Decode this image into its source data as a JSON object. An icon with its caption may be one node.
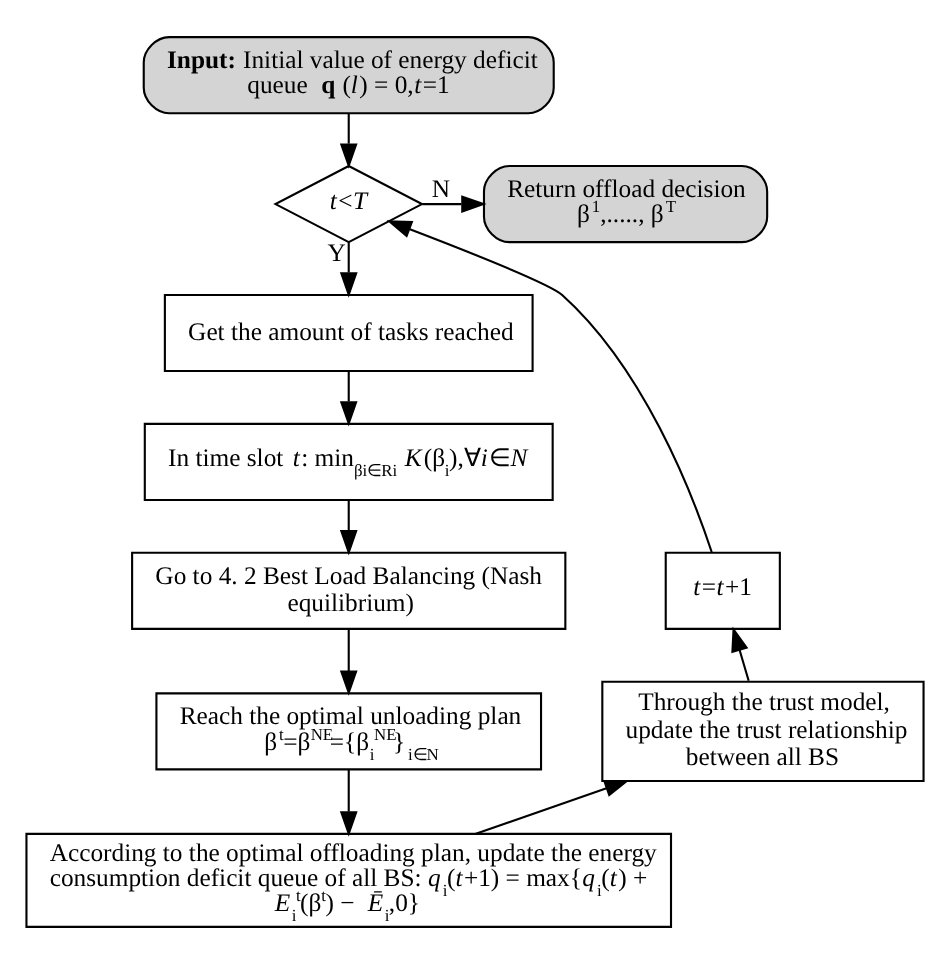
{
  "diagram": {
    "nodes": [
      {
        "text": [
          "**Input:** Initial value of energy deficit queue **q** (*l*) = 0,*t*=1"
        ]
      },
      {
        "text": [
          "*t*<*T*"
        ]
      },
      {
        "text": [
          "Return offload decision β$^{1}$,....., β$^{T}$"
        ]
      },
      {
        "text": [
          "Get the amount of tasks reached"
        ]
      },
      {
        "text": [
          "In time slot *t*: min$_{βi∈Ri}$ *K*(β$_{i}$),∀*i*∈*N*"
        ]
      },
      {
        "text": [
          "Go to 4. 2 Best Load Balancing (Nash equilibrium)"
        ]
      },
      {
        "text": [
          "Reach the optimal unloading plan β$^{t}$=β$^{NE}$={β$_{i}$$^{NE}$}$_{i∈N}$"
        ]
      },
      {
        "text": [
          "According to the optimal offloading plan, update the energy consumption deficit queue of all BS: *q*$_{i}$(*t*+1) = max{*q*$_{i}$(*t*) + *E*$_{i}$$^{t}$(β$^{t}$) − *Ē*$_{i}$,0}"
        ]
      },
      {
        "text": [
          "Through the trust model, update the trust relationship between all BS"
        ]
      },
      {
        "text": [
          "*t*=*t*+1"
        ]
      }
    ],
    "edges": [
      {
        "from": 0,
        "to": 1,
        "arrow": "to"
      },
      {
        "from": 1,
        "to": 2,
        "arrow": "to",
        "label": "N"
      },
      {
        "from": 1,
        "to": 3,
        "arrow": "to",
        "label": "Y"
      },
      {
        "from": 3,
        "to": 4,
        "arrow": "to"
      },
      {
        "from": 4,
        "to": 5,
        "arrow": "to"
      },
      {
        "from": 5,
        "to": 6,
        "arrow": "to"
      },
      {
        "from": 6,
        "to": 7,
        "arrow": "to"
      },
      {
        "from": 7,
        "to": 8,
        "arrow": "to"
      },
      {
        "from": 8,
        "to": 9,
        "arrow": "to"
      },
      {
        "from": 9,
        "to": 1,
        "arrow": "to"
      }
    ]
  }
}
